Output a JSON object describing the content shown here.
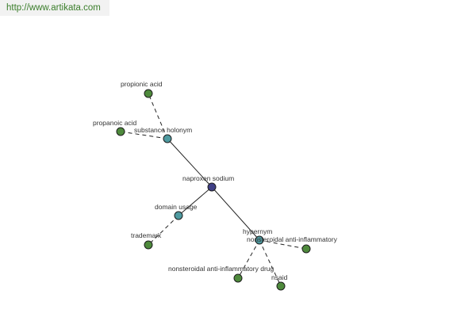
{
  "watermark": "http://www.artikata.com",
  "colors": {
    "center": "#3f3f86",
    "relation": "#4e9aa0",
    "term": "#4e8a3c",
    "watermark_text": "#3a7d2a"
  },
  "nodes": [
    {
      "id": "naproxen-sodium",
      "label": "naproxen sodium",
      "kind": "center"
    },
    {
      "id": "substance-holonym",
      "label": "substance holonym",
      "kind": "relation"
    },
    {
      "id": "domain-usage",
      "label": "domain usage",
      "kind": "relation"
    },
    {
      "id": "hypernym",
      "label": "hypernym",
      "kind": "relation"
    },
    {
      "id": "propionic-acid",
      "label": "propionic acid",
      "kind": "term"
    },
    {
      "id": "propanoic-acid",
      "label": "propanoic acid",
      "kind": "term"
    },
    {
      "id": "trademark",
      "label": "trademark",
      "kind": "term"
    },
    {
      "id": "nonsteroidal-anti-inflammatory",
      "label": "nonsteroidal anti-inflammatory",
      "kind": "term"
    },
    {
      "id": "nonsteroidal-anti-inflammatory-drug",
      "label": "nonsteroidal anti-inflammatory drug",
      "kind": "term"
    },
    {
      "id": "nsaid",
      "label": "nsaid",
      "kind": "term"
    }
  ],
  "edges": [
    {
      "from": "naproxen-sodium",
      "to": "substance-holonym",
      "style": "solid"
    },
    {
      "from": "naproxen-sodium",
      "to": "domain-usage",
      "style": "solid"
    },
    {
      "from": "naproxen-sodium",
      "to": "hypernym",
      "style": "solid"
    },
    {
      "from": "substance-holonym",
      "to": "propionic-acid",
      "style": "dashed"
    },
    {
      "from": "substance-holonym",
      "to": "propanoic-acid",
      "style": "dashed"
    },
    {
      "from": "domain-usage",
      "to": "trademark",
      "style": "dashed"
    },
    {
      "from": "hypernym",
      "to": "nonsteroidal-anti-inflammatory",
      "style": "dashed"
    },
    {
      "from": "hypernym",
      "to": "nonsteroidal-anti-inflammatory-drug",
      "style": "dashed"
    },
    {
      "from": "hypernym",
      "to": "nsaid",
      "style": "dashed"
    }
  ]
}
